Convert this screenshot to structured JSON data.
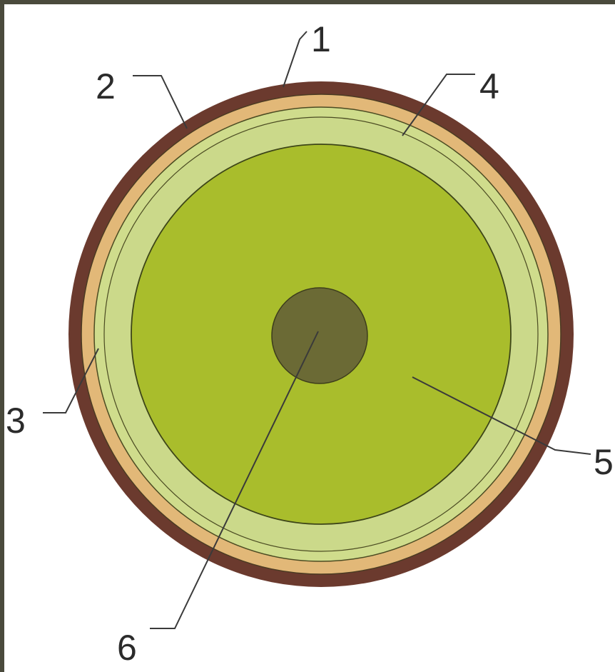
{
  "diagram": {
    "labels": [
      {
        "id": "1",
        "text": "1"
      },
      {
        "id": "2",
        "text": "2"
      },
      {
        "id": "3",
        "text": "3"
      },
      {
        "id": "4",
        "text": "4"
      },
      {
        "id": "5",
        "text": "5"
      },
      {
        "id": "6",
        "text": "6"
      }
    ],
    "colors": {
      "layer_1": "#6b3a2e",
      "layer_2": "#e2b878",
      "layer_3": "#cbd98a",
      "layer_4_band": "#cfdc8c",
      "layer_5": "#a9bd2c",
      "layer_6": "#6b6a35",
      "frame": "#4a4a3c"
    }
  }
}
